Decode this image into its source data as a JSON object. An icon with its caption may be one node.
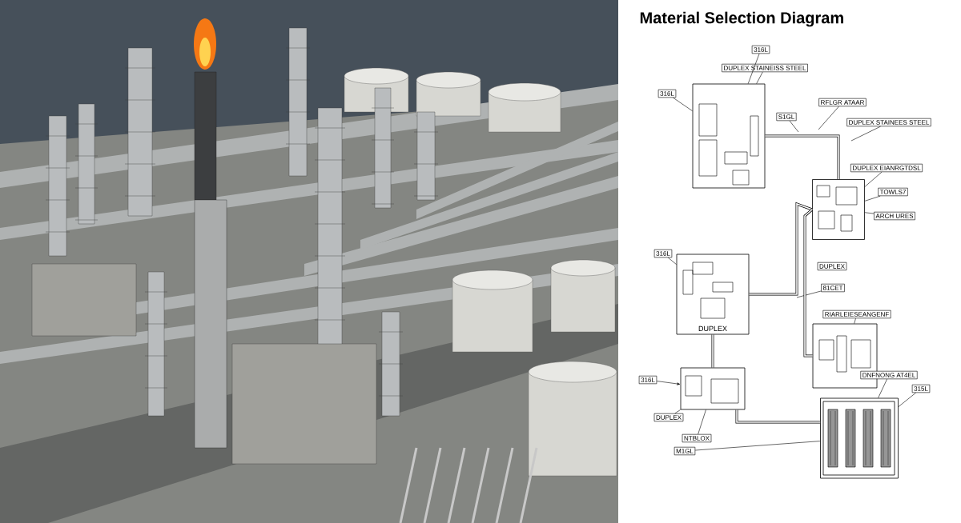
{
  "diagram": {
    "title": "Material Selection Diagram",
    "nodes": [
      {
        "text": [
          "316L"
        ]
      },
      {
        "text": [
          "DUPLEX STAINEISS STEEL"
        ]
      },
      {
        "text": [
          "316L"
        ]
      },
      {
        "text": [],
        "shape": "box"
      },
      {
        "text": [
          "RFLGR ATAAR"
        ]
      },
      {
        "text": [
          "S1GL"
        ]
      },
      {
        "text": [
          "DUPLEX STAINEES STEEL"
        ]
      },
      {
        "text": [
          "DUPLEX EIANRGTDSL"
        ]
      },
      {
        "text": [],
        "shape": "box"
      },
      {
        "text": [
          "TOWLS7"
        ]
      },
      {
        "text": [
          "ARCH URES"
        ]
      },
      {
        "text": [
          "316L"
        ]
      },
      {
        "text": [
          "DUPLEX"
        ]
      },
      {
        "text": [
          "DUPLEX"
        ]
      },
      {
        "text": [
          "81CET"
        ]
      },
      {
        "text": [
          "RIARLEIESEANGENF"
        ]
      },
      {
        "text": [],
        "shape": "box"
      },
      {
        "text": [
          "DNFNONG AT4EL"
        ]
      },
      {
        "text": [
          "316L"
        ]
      },
      {
        "text": [],
        "shape": "box"
      },
      {
        "text": [
          "315L"
        ]
      },
      {
        "text": [
          "DUPLEX"
        ]
      },
      {
        "text": [
          "NTBLOX"
        ]
      },
      {
        "text": [
          "M1GL"
        ]
      },
      {
        "text": [],
        "shape": "box"
      }
    ],
    "edges": [
      {
        "from": 0,
        "to": 3,
        "arrow": "none"
      },
      {
        "from": 1,
        "to": 3,
        "arrow": "none"
      },
      {
        "from": 2,
        "to": 3,
        "arrow": "none"
      },
      {
        "from": 5,
        "to": null,
        "arrow": "none"
      },
      {
        "from": 4,
        "to": null,
        "arrow": "none"
      },
      {
        "from": 6,
        "to": null,
        "arrow": "none"
      },
      {
        "from": 7,
        "to": 8,
        "arrow": "none"
      },
      {
        "from": 9,
        "to": 8,
        "arrow": "none"
      },
      {
        "from": 10,
        "to": 8,
        "arrow": "none"
      },
      {
        "from": 11,
        "to": 12,
        "arrow": "none"
      },
      {
        "from": 14,
        "to": null,
        "arrow": "none"
      },
      {
        "from": 15,
        "to": 16,
        "arrow": "none"
      },
      {
        "from": 17,
        "to": 24,
        "arrow": "none"
      },
      {
        "from": 20,
        "to": 24,
        "arrow": "none"
      },
      {
        "from": 18,
        "to": 19,
        "arrow": "to"
      },
      {
        "from": 21,
        "to": 19,
        "arrow": "none"
      },
      {
        "from": 22,
        "to": 19,
        "arrow": "none"
      },
      {
        "from": 23,
        "to": 24,
        "arrow": "none"
      },
      {
        "from": 3,
        "to": 8,
        "arrow": "none",
        "style": "thick"
      },
      {
        "from": 12,
        "to": 8,
        "arrow": "none",
        "style": "thick"
      },
      {
        "from": 16,
        "to": 8,
        "arrow": "none",
        "style": "thick"
      },
      {
        "from": 12,
        "to": 19,
        "arrow": "none",
        "style": "thick"
      },
      {
        "from": 19,
        "to": 24,
        "arrow": "none",
        "style": "thick"
      }
    ]
  }
}
